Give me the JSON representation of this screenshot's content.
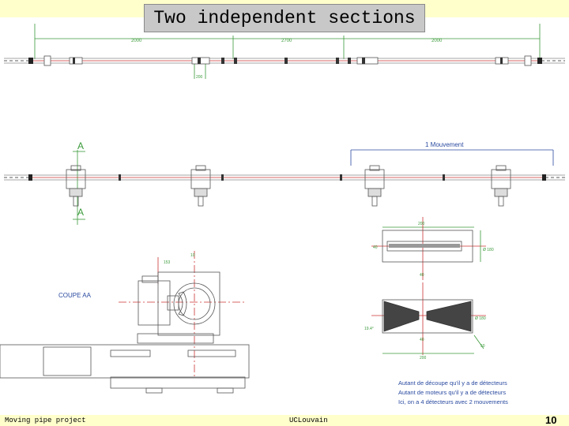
{
  "slide": {
    "title": "Two independent sections",
    "footer_left": "Moving pipe project",
    "footer_center": "UCLouvain",
    "page_number": "10"
  },
  "drawing": {
    "top_view": {
      "dim_left": "2000",
      "dim_center": "2700",
      "dim_right": "2000",
      "dim_small": "200"
    },
    "side_view": {
      "section_mark_top": "A",
      "section_mark_bottom": "A",
      "movement_label": "1 Mouvement"
    },
    "section_view": {
      "label": "COUPE AA",
      "dim_a": "10",
      "dim_b": "153"
    },
    "detail_top": {
      "dim_width": "200",
      "dim_left": "40",
      "dim_diam": "Ø 180",
      "dim_bottom": "40"
    },
    "detail_bottom": {
      "dim_angle": "19.4°",
      "dim_diam": "Ø 180",
      "dim_width": "200",
      "dim_bottom": "40",
      "dim_corner": "50"
    },
    "notes": [
      "Autant de découpe qu'il y a de détecteurs",
      "Autant de moteurs qu'il y a de détecteurs",
      "Ici, on a 4 détecteurs avec 2 mouvements"
    ]
  }
}
